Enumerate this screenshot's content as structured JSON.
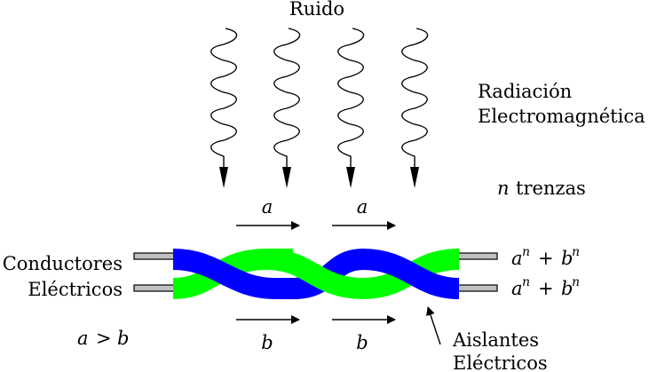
{
  "title": "Ruido",
  "radiation_label": [
    "Radiación",
    "Electromagnética"
  ],
  "twists_label": {
    "var": "n",
    "text": "trenzas"
  },
  "noise_waves": 4,
  "arrow_top_labels": [
    "a",
    "a"
  ],
  "arrow_bottom_labels": [
    "b",
    "b"
  ],
  "left_labels": [
    "Conductores",
    "Eléctricos"
  ],
  "condition": {
    "lhs": "a",
    "op": ">",
    "rhs": "b"
  },
  "output_labels": [
    {
      "a": "a",
      "exp_a": "n",
      "plus": "+",
      "b": "b",
      "exp_b": "n"
    },
    {
      "a": "a",
      "exp_a": "n",
      "plus": "+",
      "b": "b",
      "exp_b": "n"
    }
  ],
  "insulator_label": [
    "Aislantes",
    "Eléctricos"
  ],
  "colors": {
    "wire_blue": "#0000ff",
    "wire_green": "#00ff00",
    "conductor": "#c0c0c0",
    "ink": "#000000"
  }
}
